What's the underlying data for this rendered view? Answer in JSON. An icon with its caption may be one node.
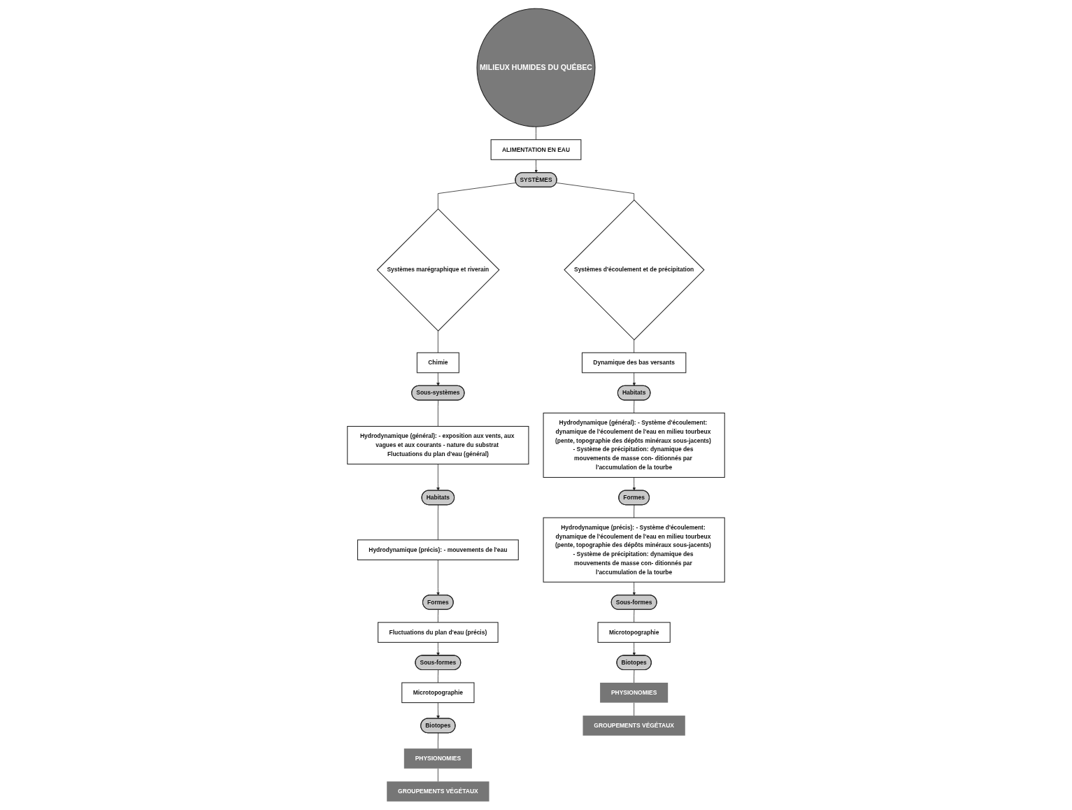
{
  "diagram": {
    "nodes": [
      {
        "text": [
          "MILIEUX HUMIDES DU QUÉBEC"
        ]
      },
      {
        "text": [
          "ALIMENTATION EN EAU"
        ]
      },
      {
        "text": [
          "SYSTÈMES"
        ]
      },
      {
        "text": [
          "Systèmes marégraphique et riverain"
        ]
      },
      {
        "text": [
          "Systèmes d'écoulement et de précipitation"
        ]
      },
      {
        "text": [
          "Chimie"
        ]
      },
      {
        "text": [
          "Sous-systèmes"
        ]
      },
      {
        "text": [
          "Hydrodynamique (général): - exposition aux vents, aux vagues et aux courants - nature du substrat Fluctuations du plan d'eau (général)"
        ]
      },
      {
        "text": [
          "Habitats"
        ]
      },
      {
        "text": [
          "Hydrodynamique (précis): - mouvements de l'eau"
        ]
      },
      {
        "text": [
          "Formes"
        ]
      },
      {
        "text": [
          "Fluctuations du plan d'eau (précis)"
        ]
      },
      {
        "text": [
          "Sous-formes"
        ]
      },
      {
        "text": [
          "Microtopographie"
        ]
      },
      {
        "text": [
          "Biotopes"
        ]
      },
      {
        "text": [
          "PHYSIONOMIES"
        ]
      },
      {
        "text": [
          "GROUPEMENTS VÉGÉTAUX"
        ]
      },
      {
        "text": [
          "Dynamique des bas versants"
        ]
      },
      {
        "text": [
          "Habitats"
        ]
      },
      {
        "text": [
          "Hydrodynamique (général): - Système d'écoulement: dynamique de l'écoulement de l'eau en milieu tourbeux (pente, topographie des dépôts minéraux sous-jacents) - Système de précipitation: dynamique des mouvements de masse con- ditionnés par l'accumulation de la tourbe"
        ]
      },
      {
        "text": [
          "Formes"
        ]
      },
      {
        "text": [
          "Hydrodynamique (précis): - Système d'écoulement: dynamique de l'écoulement de l'eau en milieu tourbeux (pente, topographie des dépôts minéraux sous-jacents) - Système de précipitation: dynamique des mouvements de masse con- ditionnés par l'accumulation de la tourbe"
        ]
      },
      {
        "text": [
          "Sous-formes"
        ]
      },
      {
        "text": [
          "Microtopographie"
        ]
      },
      {
        "text": [
          "Biotopes"
        ]
      },
      {
        "text": [
          "PHYSIONOMIES"
        ]
      },
      {
        "text": [
          "GROUPEMENTS VÉGÉTAUX"
        ]
      }
    ],
    "edges": [
      {
        "from": 0,
        "to": 1,
        "arrow": "none"
      },
      {
        "from": 1,
        "to": 2,
        "arrow": "to"
      },
      {
        "from": 2,
        "to": 3,
        "arrow": "none"
      },
      {
        "from": 2,
        "to": 4,
        "arrow": "none"
      },
      {
        "from": 3,
        "to": 5,
        "arrow": "none"
      },
      {
        "from": 5,
        "to": 6,
        "arrow": "to"
      },
      {
        "from": 6,
        "to": 7,
        "arrow": "none"
      },
      {
        "from": 7,
        "to": 8,
        "arrow": "to"
      },
      {
        "from": 8,
        "to": 9,
        "arrow": "none"
      },
      {
        "from": 9,
        "to": 10,
        "arrow": "to"
      },
      {
        "from": 10,
        "to": 11,
        "arrow": "none"
      },
      {
        "from": 11,
        "to": 12,
        "arrow": "to"
      },
      {
        "from": 12,
        "to": 13,
        "arrow": "none"
      },
      {
        "from": 13,
        "to": 14,
        "arrow": "to"
      },
      {
        "from": 14,
        "to": 15,
        "arrow": "none"
      },
      {
        "from": 15,
        "to": 16,
        "arrow": "none"
      },
      {
        "from": 4,
        "to": 17,
        "arrow": "none"
      },
      {
        "from": 17,
        "to": 18,
        "arrow": "to"
      },
      {
        "from": 18,
        "to": 19,
        "arrow": "none"
      },
      {
        "from": 19,
        "to": 20,
        "arrow": "to"
      },
      {
        "from": 20,
        "to": 21,
        "arrow": "none"
      },
      {
        "from": 21,
        "to": 22,
        "arrow": "to"
      },
      {
        "from": 22,
        "to": 23,
        "arrow": "none"
      },
      {
        "from": 23,
        "to": 24,
        "arrow": "to"
      },
      {
        "from": 24,
        "to": 25,
        "arrow": "none"
      },
      {
        "from": 25,
        "to": 26,
        "arrow": "none"
      }
    ]
  }
}
